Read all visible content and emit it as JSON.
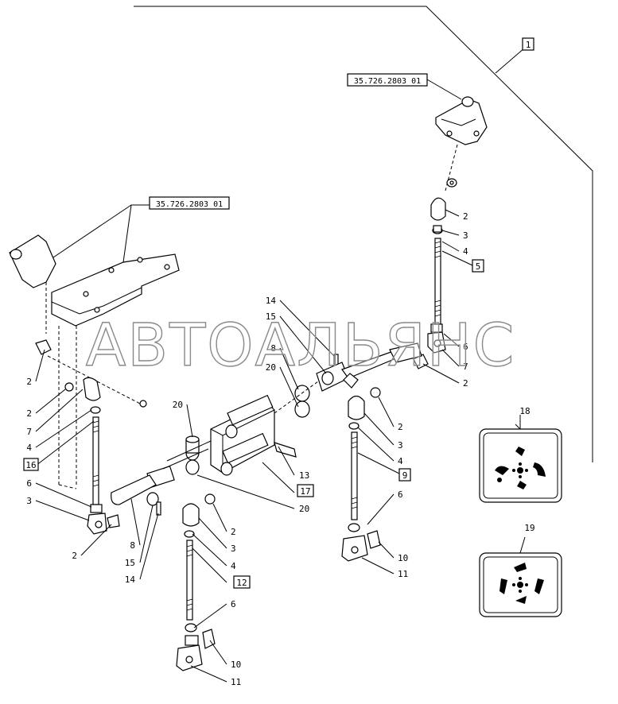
{
  "watermark": "АВТОАЛЬЯНС",
  "refs": {
    "top_right": "35.726.2803 01",
    "left": "35.726.2803 01"
  },
  "boxed_labels": {
    "b1": "1",
    "b5": "5",
    "b16": "16",
    "b17": "17",
    "b9": "9",
    "b12": "12"
  },
  "labels": {
    "l2a": "2",
    "l3a": "3",
    "l4a": "4",
    "l6a": "6",
    "l7a": "7",
    "l2b": "2",
    "l14a": "14",
    "l15a": "15",
    "l8a": "8",
    "l20a": "20",
    "l2c": "2",
    "l2d": "2",
    "l7b": "7",
    "l4b": "4",
    "l6b": "6",
    "l3b": "3",
    "l2e": "2",
    "l20b": "20",
    "l13": "13",
    "l20c": "20",
    "l2f": "2",
    "l3c": "3",
    "l4c": "4",
    "l6c": "6",
    "l10a": "10",
    "l11a": "11",
    "l8b": "8",
    "l15b": "15",
    "l14b": "14",
    "l2g": "2",
    "l3d": "3",
    "l4d": "4",
    "l6d": "6",
    "l10b": "10",
    "l11b": "11",
    "l18": "18",
    "l19": "19"
  },
  "icons": {
    "decal_18": "joystick-decal-icon",
    "decal_19": "joystick-decal-icon"
  }
}
